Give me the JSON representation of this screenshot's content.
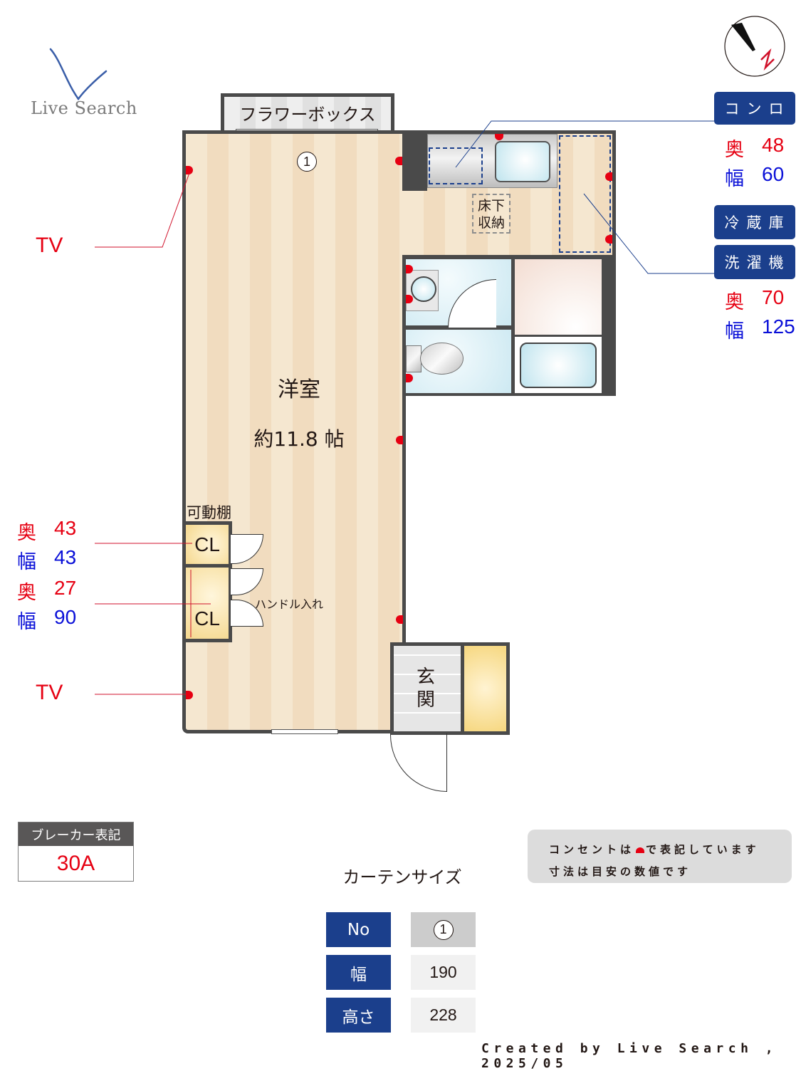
{
  "logo": {
    "text": "Live Search",
    "mark_color": "#3a5ea8"
  },
  "compass": {
    "label": "N",
    "needle": "north-northwest"
  },
  "appliances": {
    "stove": {
      "label": "コンロ",
      "depth_key": "奥",
      "depth": "48",
      "width_key": "幅",
      "width": "60"
    },
    "fridge": {
      "label": "冷蔵庫"
    },
    "washer": {
      "label": "洗濯機",
      "depth_key": "奥",
      "depth": "70",
      "width_key": "幅",
      "width": "125"
    }
  },
  "closets": [
    {
      "label": "CL",
      "depth_key": "奥",
      "depth": "43",
      "width_key": "幅",
      "width": "43"
    },
    {
      "label": "CL",
      "depth_key": "奥",
      "depth": "27",
      "width_key": "幅",
      "width": "90"
    }
  ],
  "tv_outlets": [
    {
      "label": "TV"
    },
    {
      "label": "TV"
    }
  ],
  "rooms": {
    "flower_box": "フラワーボックス",
    "western_room": "洋室",
    "western_room_size": "約11.8 帖",
    "underfloor_storage_line1": "床下",
    "underfloor_storage_line2": "収納",
    "movable_shelf": "可動棚",
    "handle_storage": "ハンドル入れ",
    "entrance_line1": "玄",
    "entrance_line2": "関",
    "window_marker": "1"
  },
  "breaker": {
    "title": "ブレーカー表記",
    "value": "30A"
  },
  "notice": {
    "line1_before": "コンセントは",
    "line1_after": "で表記しています",
    "line2": "寸法は目安の数値です"
  },
  "curtain": {
    "title": "カーテンサイズ",
    "rows": [
      {
        "header": "No",
        "value": "1"
      },
      {
        "header": "幅",
        "value": "190"
      },
      {
        "header": "高さ",
        "value": "228"
      }
    ]
  },
  "footer": {
    "credit": "Created by Live Search , 2025/05"
  },
  "colors": {
    "accent_blue": "#1b3f8c",
    "depth_red": "#e60012",
    "width_blue": "#0a10d8",
    "wall": "#4a4a4a"
  }
}
